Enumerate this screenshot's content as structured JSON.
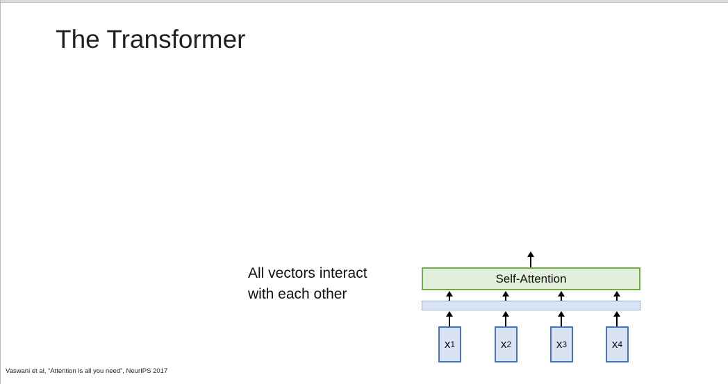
{
  "slide": {
    "title": "The Transformer",
    "annotation": "All vectors interact\nwith each other",
    "citation": "Vaswani et al, “Attention is all you need”, NeurIPS 2017"
  },
  "diagram": {
    "attention_label": "Self-Attention",
    "inputs": [
      {
        "base": "x",
        "sub": "1"
      },
      {
        "base": "x",
        "sub": "2"
      },
      {
        "base": "x",
        "sub": "3"
      },
      {
        "base": "x",
        "sub": "4"
      }
    ],
    "colors": {
      "attention_fill": "#e2efda",
      "attention_border": "#70ad47",
      "bar_fill": "#dae3f3",
      "bar_border": "#8faadc",
      "input_fill": "#dae3f3",
      "input_border": "#4472c4",
      "arrow": "#000000"
    }
  }
}
